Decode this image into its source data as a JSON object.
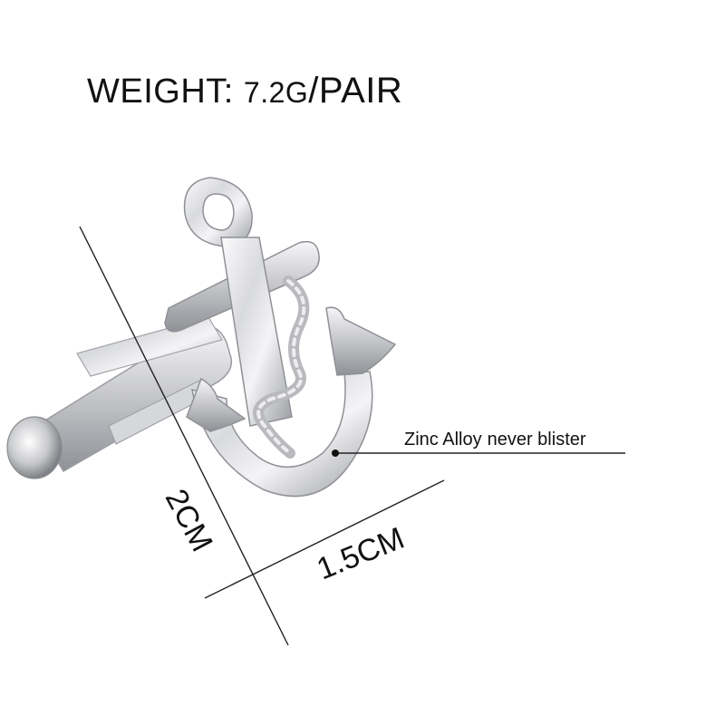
{
  "header": {
    "weight_label": "WEIGHT:",
    "weight_value": "7.2G",
    "weight_unit": "/PAIR"
  },
  "callout": {
    "material": "Zinc Alloy",
    "feature": "never blister"
  },
  "dimensions": {
    "height": "2CM",
    "width": "1.5CM"
  },
  "colors": {
    "background": "#ffffff",
    "metal_light": "#f2f2f4",
    "metal_mid": "#c9cacd",
    "metal_dark": "#8e9094",
    "line": "#222222"
  }
}
